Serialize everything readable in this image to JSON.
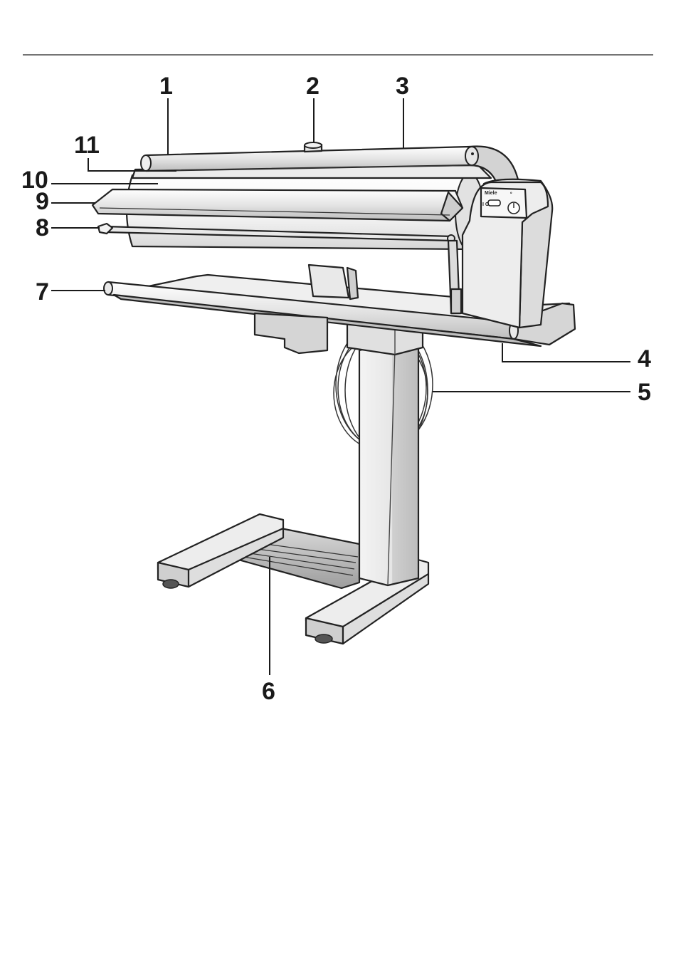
{
  "diagram": {
    "callouts": [
      {
        "id": "1",
        "label": "1"
      },
      {
        "id": "2",
        "label": "2"
      },
      {
        "id": "3",
        "label": "3"
      },
      {
        "id": "4",
        "label": "4"
      },
      {
        "id": "5",
        "label": "5"
      },
      {
        "id": "6",
        "label": "6"
      },
      {
        "id": "7",
        "label": "7"
      },
      {
        "id": "8",
        "label": "8"
      },
      {
        "id": "9",
        "label": "9"
      },
      {
        "id": "10",
        "label": "10"
      },
      {
        "id": "11",
        "label": "11"
      }
    ],
    "control_panel": {
      "brand": "Miele",
      "dial_mark": "∘",
      "switch_mark": "I O"
    }
  },
  "colors": {
    "line": "#1a1a1a",
    "metal_light": "#f2f2f2",
    "metal_mid": "#d9d9d9",
    "metal_dark": "#bdbdbd",
    "roller": "#f7f7f7"
  }
}
